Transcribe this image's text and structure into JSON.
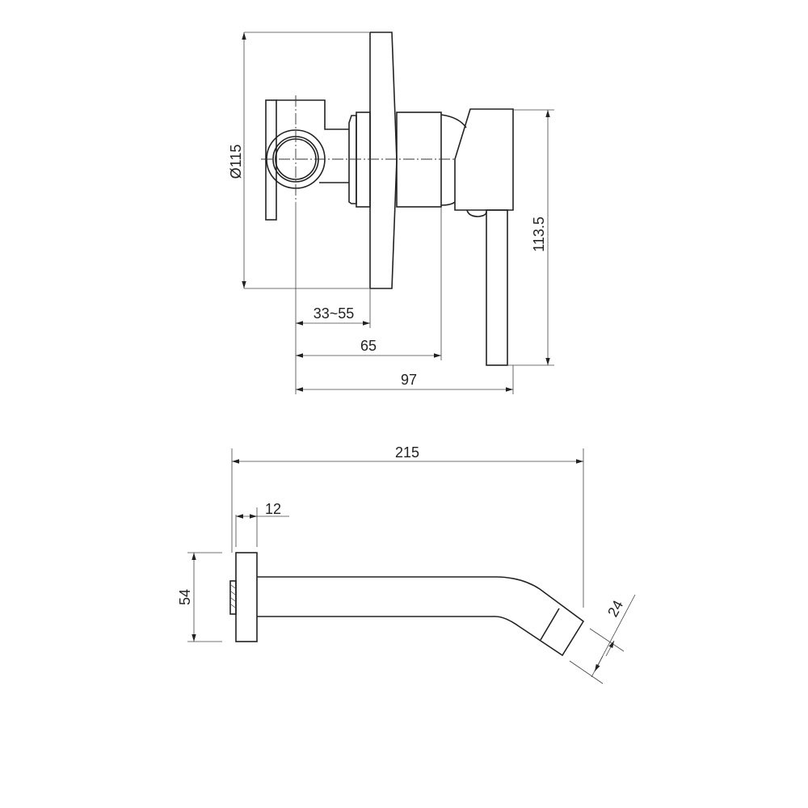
{
  "top_view": {
    "dim_diameter": "Ø115",
    "dim_height": "113.5",
    "dim_wall_depth": "33~55",
    "dim_body_depth": "65",
    "dim_total_depth": "97"
  },
  "spout_view": {
    "dim_length": "215",
    "dim_flange_thickness": "12",
    "dim_flange_diameter": "54",
    "dim_outlet_diameter": "24"
  },
  "colors": {
    "line": "#222222",
    "background": "#ffffff"
  }
}
